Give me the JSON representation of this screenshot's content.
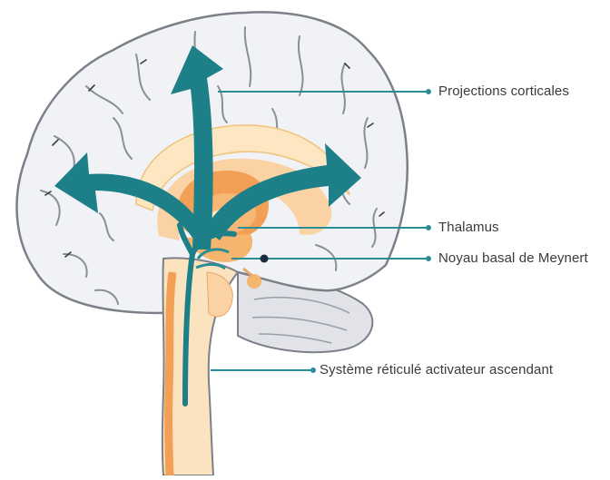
{
  "diagram": {
    "labels": {
      "projections": "Projections corticales",
      "thalamus": "Thalamus",
      "meynert": "Noyau basal de Meynert",
      "sraa": "Système réticulé activateur ascendant"
    },
    "colors": {
      "arrow": "#1d7f87",
      "line": "#2a8e96",
      "cortex_fill": "#f1f2f6",
      "cortex_stroke": "#7c8088",
      "deep_orange": "#f3a057",
      "light_orange": "#fbd2a4",
      "pale_yellow": "#fde7c2",
      "brainstem": "#fbe3bf",
      "cerebellum": "#e2e3e8",
      "nucleus_dot": "#1b2b40"
    }
  }
}
